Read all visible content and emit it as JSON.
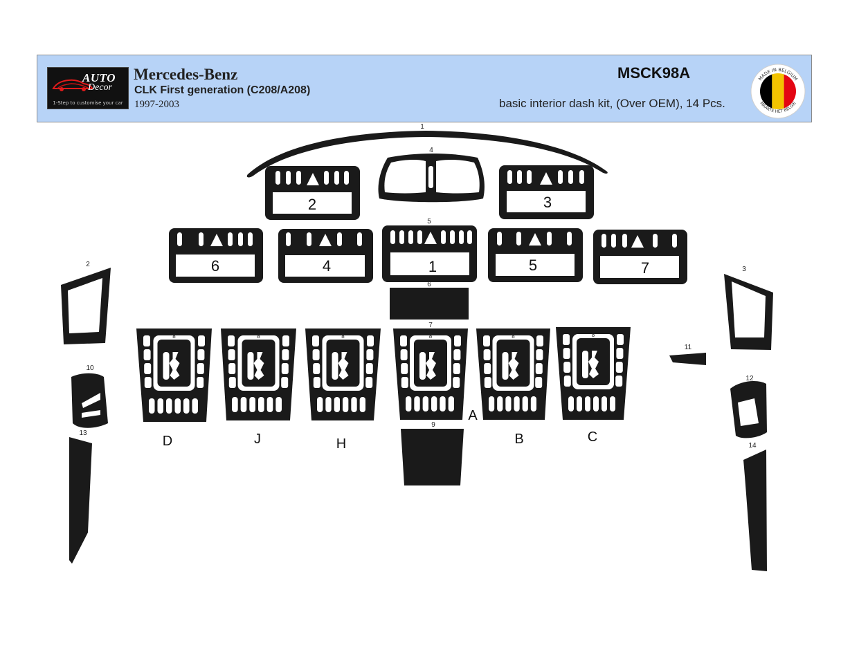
{
  "header": {
    "logo": {
      "brand_top": "AUTO",
      "brand_bottom": "Decor",
      "tagline": "1-Step to customise your car"
    },
    "brand": "Mercedes-Benz",
    "model": "CLK First generation (C208/A208)",
    "years": "1997-2003",
    "product_code": "MSCK98A",
    "description": "basic interior dash kit, (Over OEM), 14 Pcs.",
    "seal": {
      "top_text": "MADE IN BELGIUM",
      "bottom_text": "MAAKTE HET BELGIE",
      "colors": [
        "#000000",
        "#f3c300",
        "#e30613"
      ]
    }
  },
  "diagram": {
    "piece_color": "#1a1a1a",
    "piece_labels": [
      "1",
      "2",
      "3",
      "4",
      "5",
      "6",
      "7",
      "8",
      "9",
      "10",
      "11",
      "12",
      "13",
      "14"
    ],
    "vent_labels": [
      "2",
      "3",
      "6",
      "4",
      "1",
      "5",
      "7"
    ],
    "gear_variant_labels": [
      "D",
      "J",
      "H",
      "A",
      "B",
      "C"
    ]
  }
}
